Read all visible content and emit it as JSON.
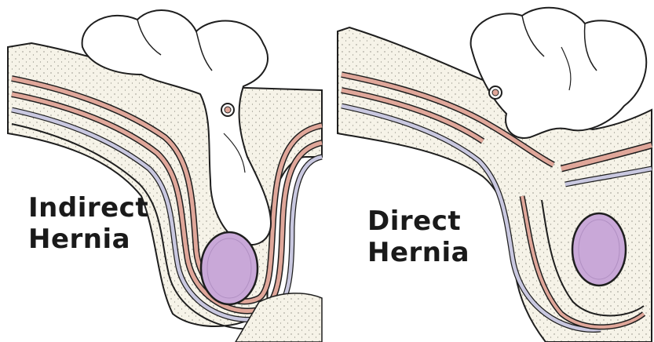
{
  "panels": [
    {
      "label_line1": "Indirect",
      "label_line2": "Hernia"
    },
    {
      "label_line1": "Direct",
      "label_line2": "Hernia"
    }
  ],
  "colors": {
    "fat_fill": "#f6f3e8",
    "fat_dots": "#8c8a80",
    "muscle_pink": "#e0a79a",
    "fascia_blue": "#c9c8e0",
    "testis": "#c9a8d8",
    "ink": "#1e1e1e",
    "bowel": "#ffffff"
  }
}
